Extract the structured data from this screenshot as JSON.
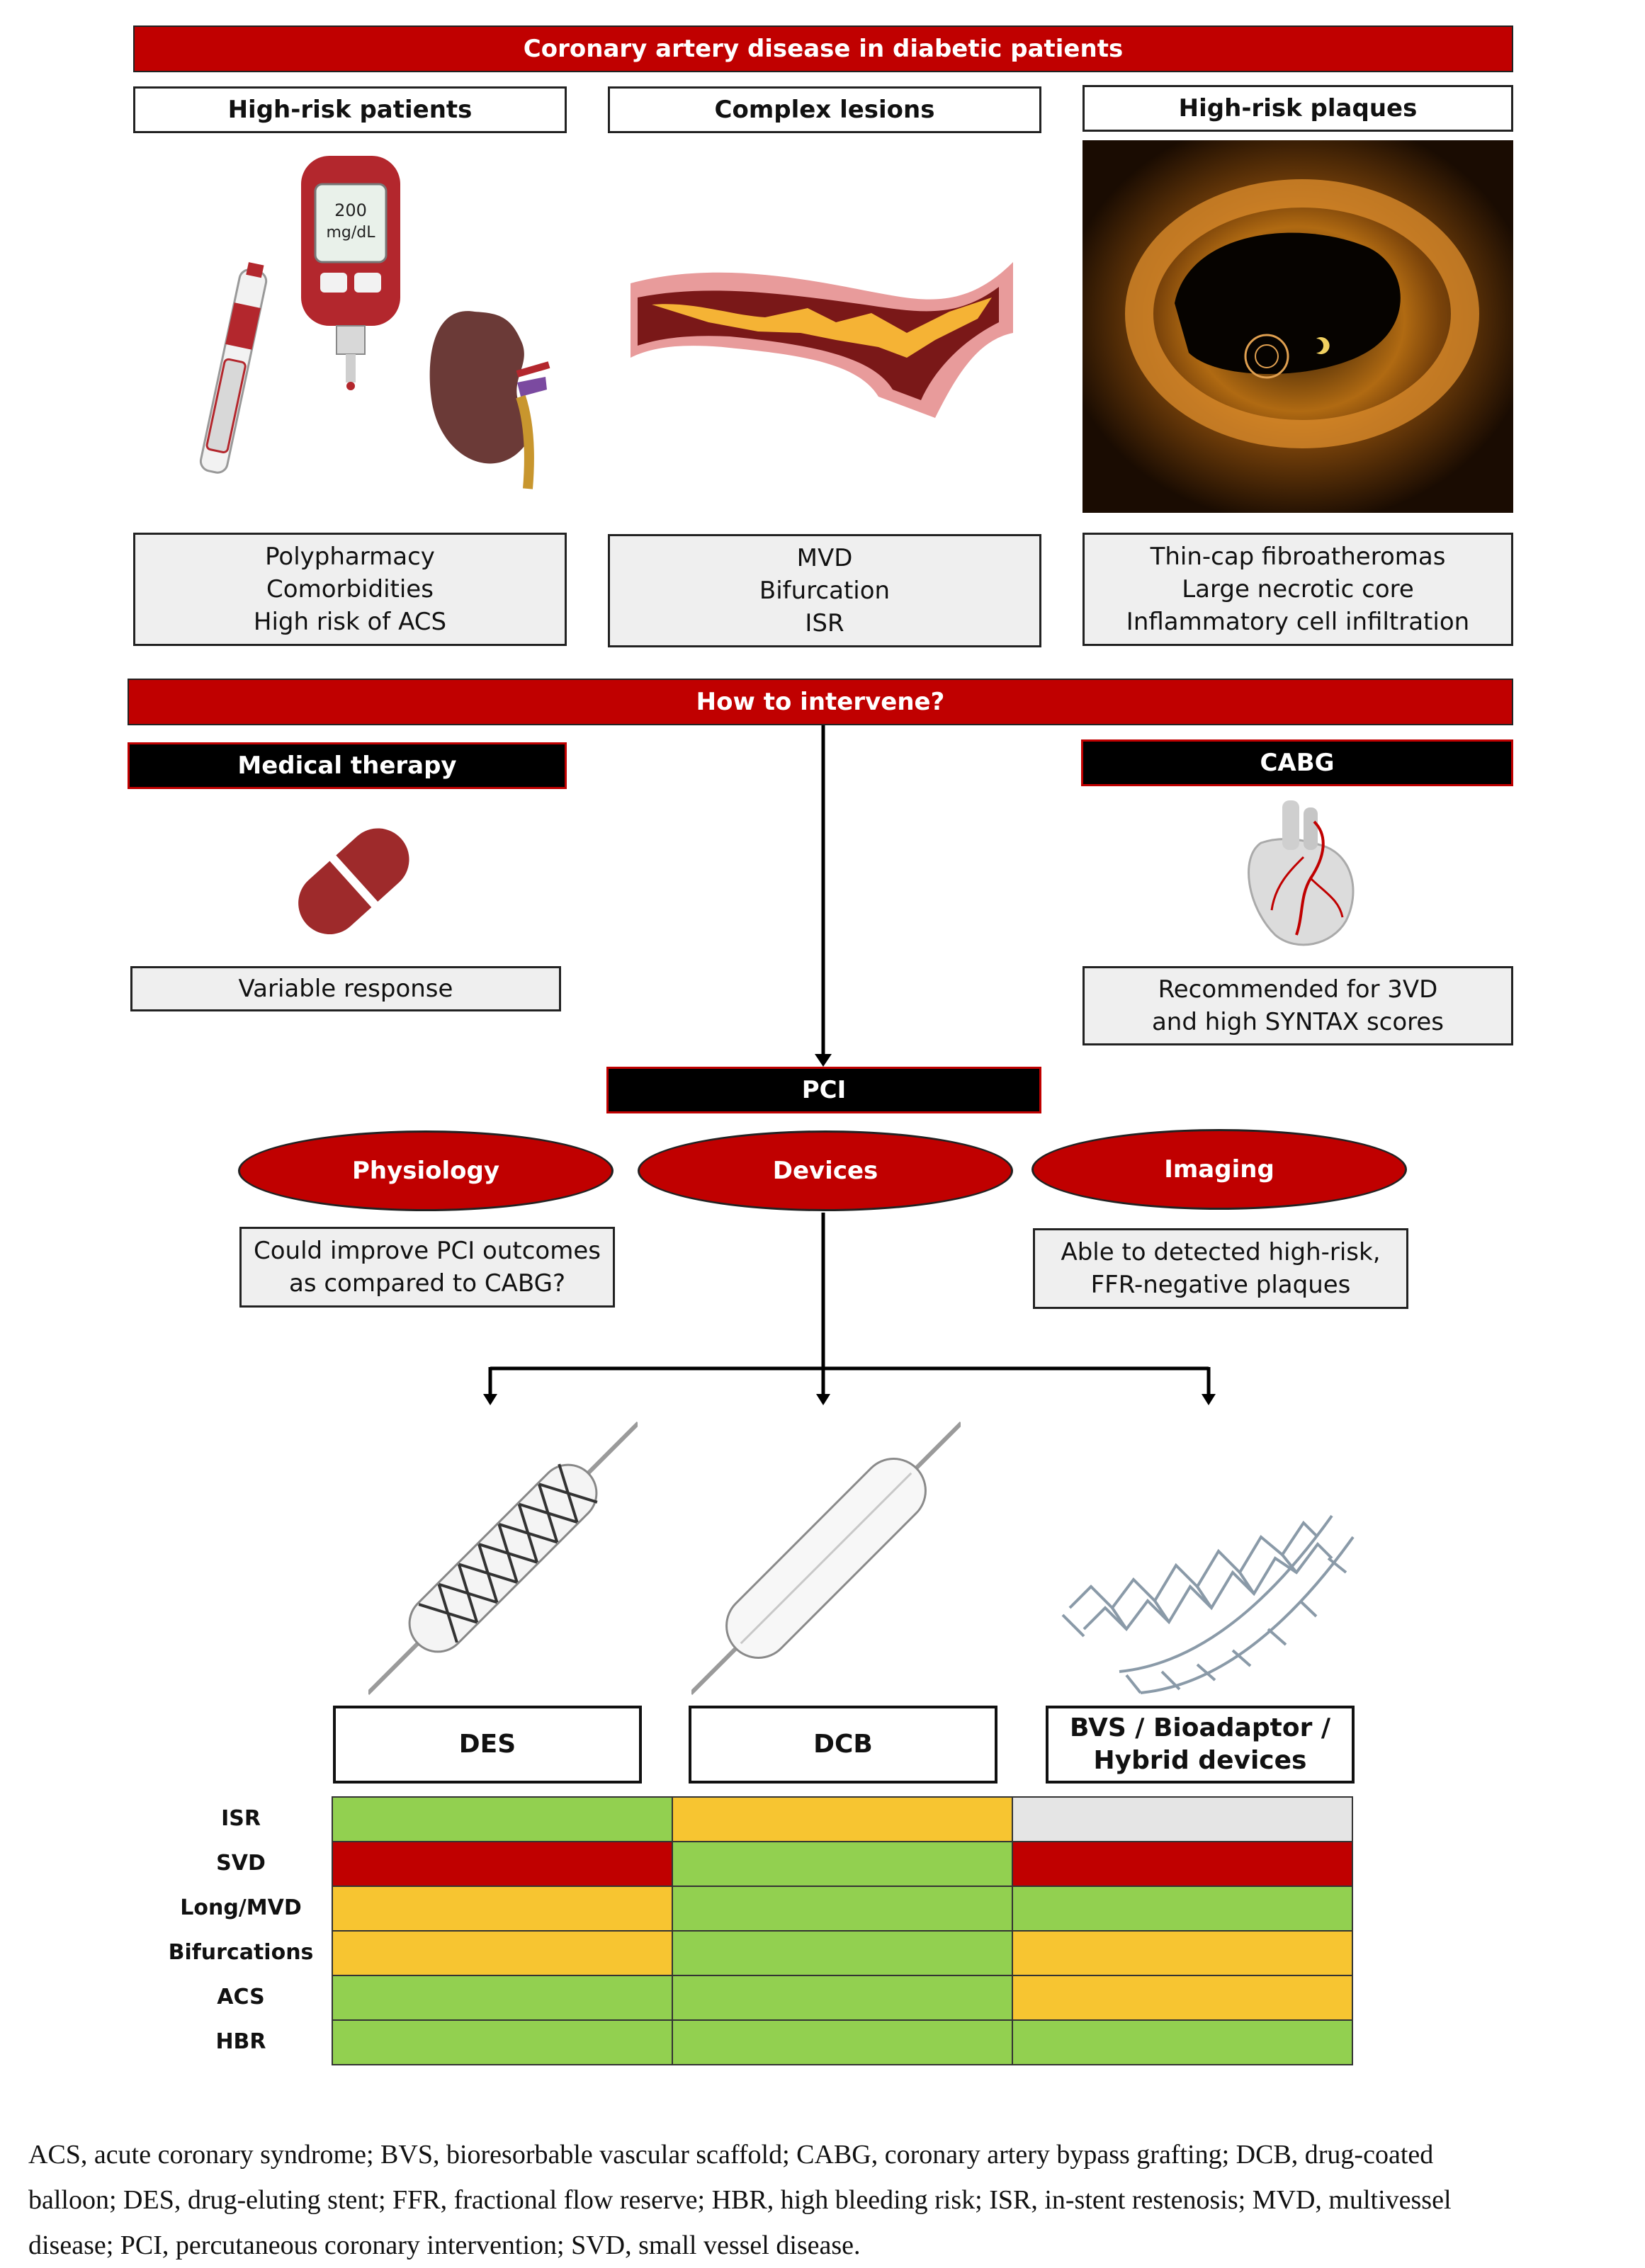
{
  "header": {
    "title": "Coronary artery disease in diabetic patients"
  },
  "columns": [
    {
      "title": "High-risk patients",
      "details": [
        "Polypharmacy",
        "Comorbidities",
        "High risk of ACS"
      ]
    },
    {
      "title": "Complex lesions",
      "details": [
        "MVD",
        "Bifurcation",
        "ISR"
      ]
    },
    {
      "title": "High-risk plaques",
      "details": [
        "Thin-cap fibroatheromas",
        "Large necrotic core",
        "Inflammatory cell infiltration"
      ]
    }
  ],
  "glucometer": {
    "reading_value": "200",
    "reading_unit": "mg/dL"
  },
  "intervene": {
    "title": "How to intervene?"
  },
  "medical": {
    "title": "Medical therapy",
    "note": "Variable response"
  },
  "cabg": {
    "title": "CABG",
    "note_line1": "Recommended for 3VD",
    "note_line2": "and high SYNTAX scores"
  },
  "pci": {
    "title": "PCI",
    "physiology": {
      "label": "Physiology",
      "note_line1": "Could improve PCI outcomes",
      "note_line2": "as compared to CABG?"
    },
    "devices": {
      "label": "Devices"
    },
    "imaging": {
      "label": "Imaging",
      "note_line1": "Able to detected high-risk,",
      "note_line2": "FFR-negative plaques"
    }
  },
  "device_types": [
    {
      "line1": "DES",
      "line2": ""
    },
    {
      "line1": "DCB",
      "line2": ""
    },
    {
      "line1": "BVS / Bioadaptor /",
      "line2": "Hybrid devices"
    }
  ],
  "matrix": {
    "rows": [
      "ISR",
      "SVD",
      "Long/MVD",
      "Bifurcations",
      "ACS",
      "HBR"
    ],
    "colors": {
      "green": "#92d050",
      "yellow": "#f7c531",
      "red": "#c00000",
      "grey": "#e5e5e5"
    },
    "cells": [
      [
        "green",
        "yellow",
        "grey"
      ],
      [
        "red",
        "green",
        "red"
      ],
      [
        "yellow",
        "green",
        "green"
      ],
      [
        "yellow",
        "green",
        "yellow"
      ],
      [
        "green",
        "green",
        "yellow"
      ],
      [
        "green",
        "green",
        "green"
      ]
    ]
  },
  "caption": {
    "line1": "ACS, acute coronary syndrome; BVS, bioresorbable vascular scaffold; CABG, coronary artery bypass grafting; DCB, drug-coated",
    "line2": "balloon; DES, drug-eluting stent; FFR, fractional flow reserve; HBR, high bleeding risk; ISR, in-stent restenosis; MVD, multivessel",
    "line3": "disease; PCI, percutaneous coronary intervention; SVD, small vessel disease."
  }
}
